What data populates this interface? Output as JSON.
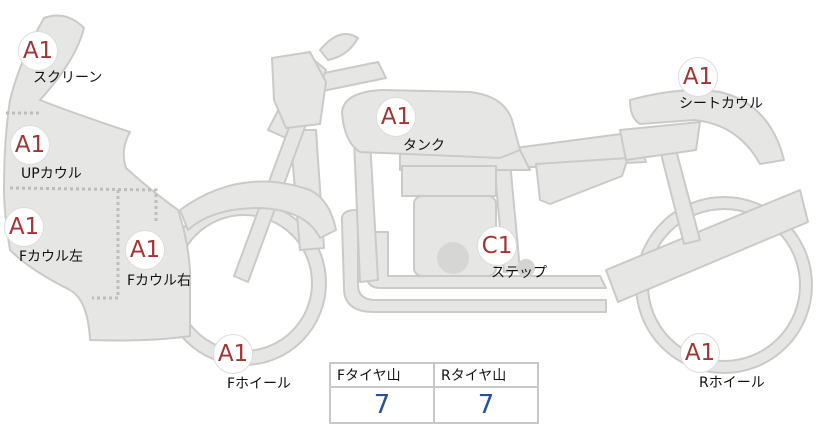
{
  "parts": {
    "screen": {
      "grade": "A1",
      "label": "スクリーン"
    },
    "upper_cowl": {
      "grade": "A1",
      "label": "UPカウル"
    },
    "f_cowl_l": {
      "grade": "A1",
      "label": "Fカウル左"
    },
    "f_cowl_r": {
      "grade": "A1",
      "label": "Fカウル右"
    },
    "tank": {
      "grade": "A1",
      "label": "タンク"
    },
    "seat_cowl": {
      "grade": "A1",
      "label": "シートカウル"
    },
    "step": {
      "grade": "C1",
      "label": "ステップ"
    },
    "f_wheel": {
      "grade": "A1",
      "label": "Fホイール"
    },
    "r_wheel": {
      "grade": "A1",
      "label": "Rホイール"
    }
  },
  "tire_tread": {
    "front_label": "Fタイヤ山",
    "rear_label": "Rタイヤ山",
    "front_value": "7",
    "rear_value": "7"
  },
  "colors": {
    "grade_text": "#a03535",
    "value_text": "#2d4f95",
    "bike_fill": "#e6e6e4",
    "bike_stroke": "#cacac8"
  }
}
